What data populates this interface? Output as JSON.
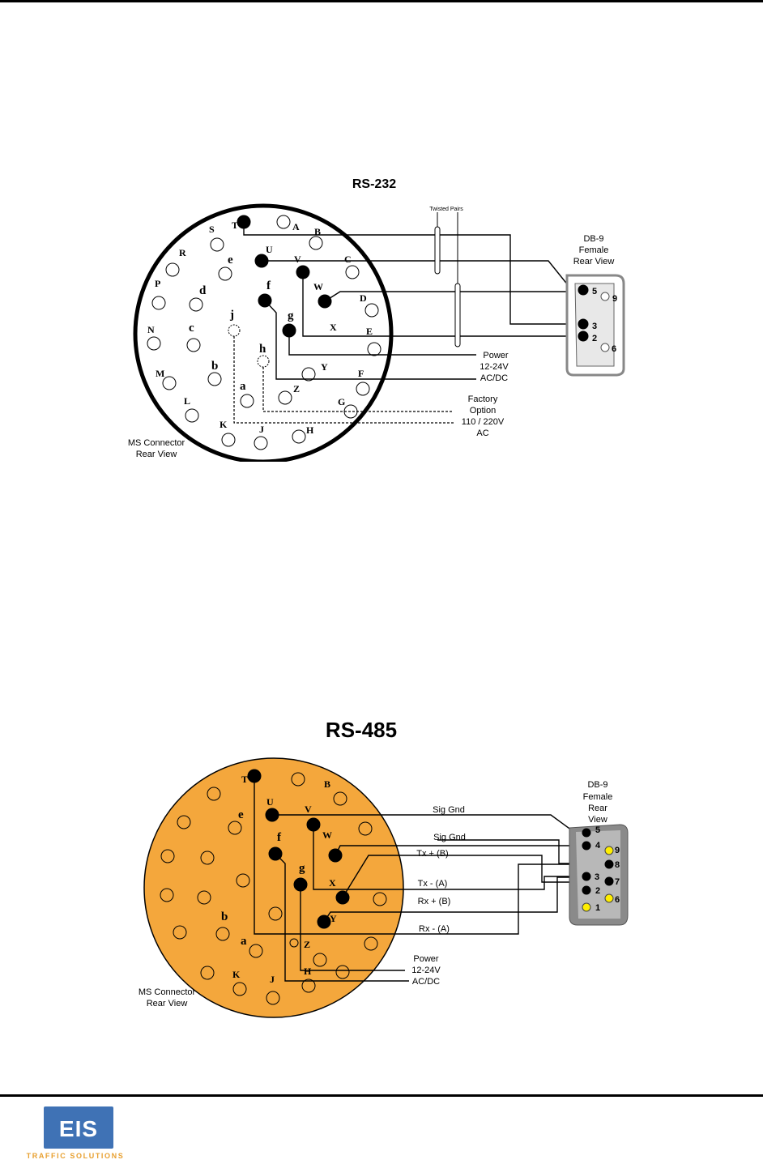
{
  "rs232": {
    "title": "RS-232",
    "twisted_pairs": "Twisted Pairs",
    "db9": {
      "line1": "DB-9",
      "line2": "Female",
      "line3": "Rear View",
      "pin5": "5",
      "pin9": "9",
      "pin3": "3",
      "pin2": "2",
      "pin6": "6"
    },
    "power": {
      "line1": "Power",
      "line2": "12-24V",
      "line3": "AC/DC"
    },
    "factory": {
      "line1": "Factory",
      "line2": "Option",
      "line3": "110 / 220V",
      "line4": "AC"
    },
    "connector": {
      "line1": "MS Connector",
      "line2": "Rear View"
    },
    "pins": {
      "T": "T",
      "A": "A",
      "S": "S",
      "B": "B",
      "R": "R",
      "U": "U",
      "V": "V",
      "C": "C",
      "e": "e",
      "P": "P",
      "d": "d",
      "f": "f",
      "W": "W",
      "D": "D",
      "j": "j",
      "g": "g",
      "N": "N",
      "c": "c",
      "X": "X",
      "E": "E",
      "h": "h",
      "b": "b",
      "Y": "Y",
      "M": "M",
      "F": "F",
      "a": "a",
      "Z": "Z",
      "L": "L",
      "G": "G",
      "K": "K",
      "J": "J",
      "H": "H"
    }
  },
  "rs485": {
    "title": "RS-485",
    "db9": {
      "line1": "DB-9",
      "line2": "Female",
      "line3": "Rear",
      "line4": "View",
      "pin5": "5",
      "pin9": "9",
      "pin4": "4",
      "pin8": "8",
      "pin3": "3",
      "pin7": "7",
      "pin2": "2",
      "pin6": "6",
      "pin1": "1"
    },
    "signals": {
      "sig_gnd_1": "Sig Gnd",
      "sig_gnd_2": "Sig Gnd",
      "tx_plus": "Tx + (B)",
      "tx_minus": "Tx - (A)",
      "rx_plus": "Rx + (B)",
      "rx_minus": "Rx - (A)"
    },
    "power": {
      "line1": "Power",
      "line2": "12-24V",
      "line3": "AC/DC"
    },
    "connector": {
      "line1": "MS Connector",
      "line2": "Rear View"
    },
    "pins": {
      "T": "T",
      "B": "B",
      "U": "U",
      "V": "V",
      "e": "e",
      "f": "f",
      "W": "W",
      "g": "g",
      "X": "X",
      "Y": "Y",
      "b": "b",
      "a": "a",
      "Z": "Z",
      "H": "H",
      "K": "K",
      "J": "J"
    }
  },
  "logo": {
    "text": "EIS",
    "subtitle": "TRAFFIC SOLUTIONS"
  },
  "colors": {
    "rs485_fill": "#f4a73c",
    "db9_yellow": "#ffee00",
    "logo_blue": "#3f72b5"
  }
}
